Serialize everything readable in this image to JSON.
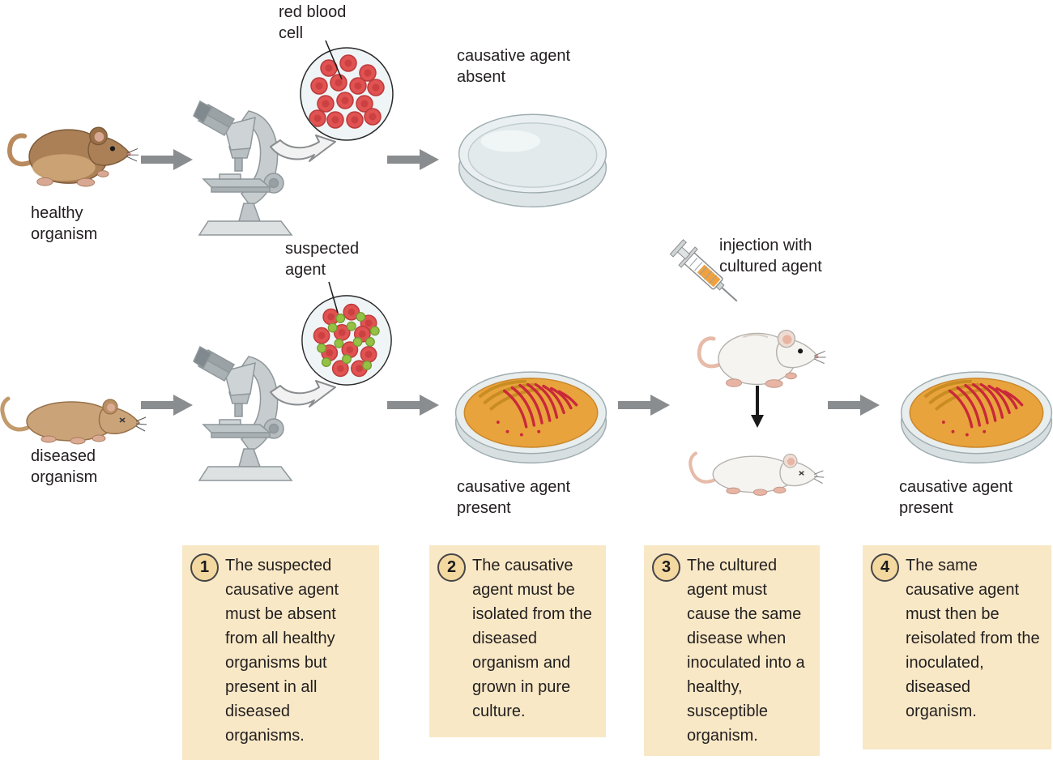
{
  "row1": {
    "organism_label": "healthy organism",
    "inset_label": "red blood cell",
    "dish_label": "causative agent absent"
  },
  "row2": {
    "organism_label": "diseased organism",
    "inset_label": "suspected agent",
    "dish_label": "causative agent present",
    "injection_label": "injection with cultured agent",
    "dish2_label": "causative agent present"
  },
  "postulates": [
    {
      "number": "1",
      "text": "The suspected causative agent must be absent from all healthy organisms but present in all diseased organisms."
    },
    {
      "number": "2",
      "text": "The causative agent must be isolated from the diseased organism and grown in pure culture."
    },
    {
      "number": "3",
      "text": "The cultured agent must cause the same disease when inoculated into a healthy, susceptible organism."
    },
    {
      "number": "4",
      "text": "The same causative agent must then be reisolated from the inoculated, diseased organism."
    }
  ],
  "colors": {
    "note_box_bg": "#f8e8c6",
    "number_circle_bg": "#f3d8a0",
    "arrow_gray": "#8a8d8f",
    "agar_orange": "#e8a33c",
    "streak_red": "#c9283a",
    "red_blood_cell": "#e15252",
    "suspected_agent_green": "#94c044",
    "text": "#231f20"
  }
}
